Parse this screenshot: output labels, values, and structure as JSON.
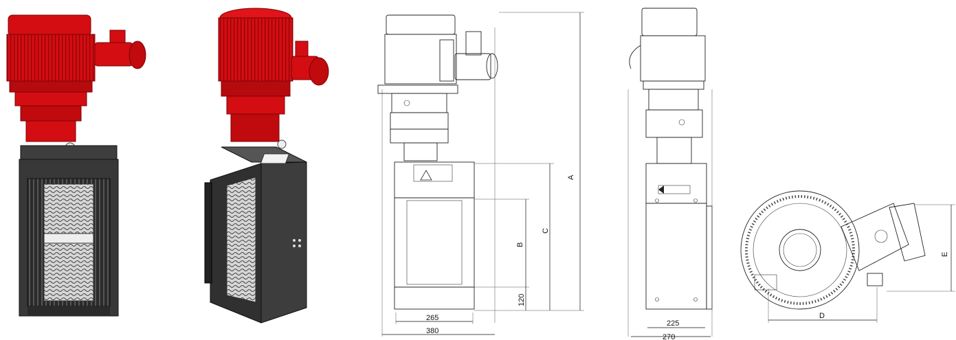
{
  "dimensions": {
    "A": "A",
    "B": "B",
    "C": "C",
    "D": "D",
    "E": "E",
    "d120": "120",
    "d265": "265",
    "d380": "380",
    "d225": "225",
    "d270": "270"
  },
  "colors": {
    "motor_red": "#d40d12",
    "motor_red_dark": "#8f0508",
    "body_dark": "#3a3a3a",
    "body_darker": "#222222",
    "cutter_light": "#c8c8c8",
    "line": "#222222"
  },
  "icons": [
    "warning-label-icon",
    "flow-direction-arrow-icon"
  ]
}
